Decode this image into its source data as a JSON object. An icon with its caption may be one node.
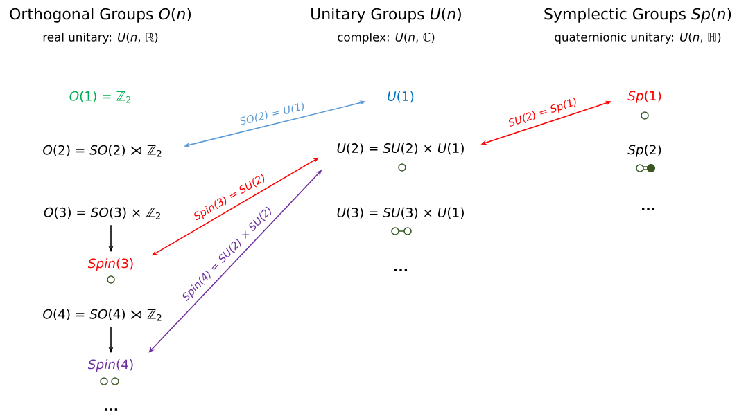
{
  "diagram": {
    "nodes": [
      {
        "text": [
          "*O*(1) = ℤ$_{2}$"
        ]
      },
      {
        "text": [
          "*O*(2) = *SO*(2) ⋊ ℤ$_{2}$"
        ]
      },
      {
        "text": [
          "*O*(3) = *SO*(3) × ℤ$_{2}$"
        ]
      },
      {
        "text": [
          "*Spin*(3)"
        ]
      },
      {
        "text": [
          "*O*(4) = *SO*(4) ⋊ ℤ$_{2}$"
        ]
      },
      {
        "text": [
          "*Spin*(4)"
        ]
      },
      {
        "text": [
          "*U*(1)"
        ]
      },
      {
        "text": [
          "*U*(2) = *SU*(2) × *U*(1)"
        ]
      },
      {
        "text": [
          "*U*(3) = *SU*(3) × *U*(1)"
        ]
      },
      {
        "text": [
          "*Sp*(1)"
        ]
      },
      {
        "text": [
          "*Sp*(2)"
        ]
      }
    ],
    "edges": [
      {
        "from": 2,
        "to": 3,
        "arrow": "to"
      },
      {
        "from": 4,
        "to": 5,
        "arrow": "to"
      },
      {
        "from": 1,
        "to": 6,
        "arrow": "both",
        "label": "SO(2) = U(1)",
        "color": "#5b9bd5"
      },
      {
        "from": 3,
        "to": 7,
        "arrow": "both",
        "label": "Spin(3) = SU(2)",
        "color": "#ff0000"
      },
      {
        "from": 5,
        "to": 7,
        "arrow": "both",
        "label": "Spin(4) = SU(2) × SU(2)",
        "color": "#7030a0"
      },
      {
        "from": 7,
        "to": 9,
        "arrow": "both",
        "label": "SU(2) = Sp(1)",
        "color": "#ff0000"
      }
    ],
    "labels": [
      "Orthogonal Groups *O*(*n*)",
      "real unitary: *U*(*n*, ℝ)",
      "Unitary Groups *U*(*n*)",
      "complex: *U*(*n*, ℂ)",
      "Symplectic Groups *Sp*(*n*)",
      "quaternionic unitary: *U*(*n*, ℍ)",
      "...",
      "...",
      "..."
    ]
  }
}
